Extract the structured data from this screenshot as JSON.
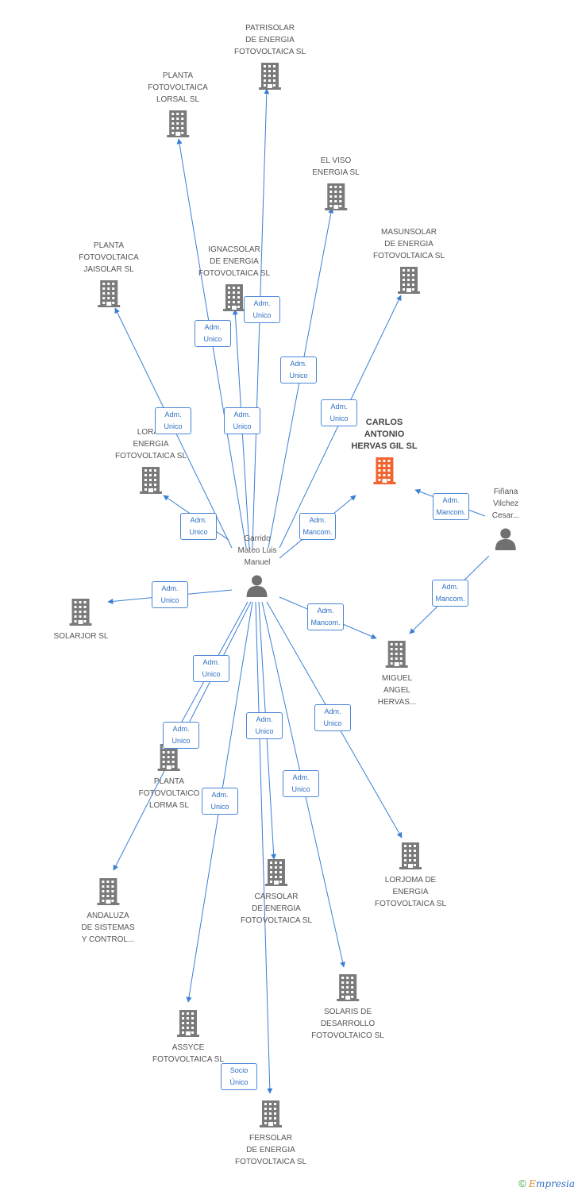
{
  "colors": {
    "edge": "#3a7fd5",
    "building": "#7a7a7a",
    "building_focus": "#f26430",
    "person": "#707070"
  },
  "companies": [
    {
      "id": "patrisolar",
      "name": "PATRISOLAR\nDE ENERGIA\nFOTOVOLTAICA SL",
      "label_pos": "above"
    },
    {
      "id": "lorsal",
      "name": "PLANTA\nFOTOVOLTAICA\nLORSAL SL",
      "label_pos": "above"
    },
    {
      "id": "elviso",
      "name": "EL VISO\nENERGIA SL",
      "label_pos": "above"
    },
    {
      "id": "masunsolar",
      "name": "MASUNSOLAR\nDE ENERGIA\nFOTOVOLTAICA SL",
      "label_pos": "above"
    },
    {
      "id": "jaisolar",
      "name": "PLANTA\nFOTOVOLTAICA\nJAISOLAR SL",
      "label_pos": "above"
    },
    {
      "id": "ignacsolar",
      "name": "IGNACSOLAR\nDE ENERGIA\nFOTOVOLTAICA SL",
      "label_pos": "above"
    },
    {
      "id": "carlos",
      "name": "CARLOS\nANTONIO\nHERVAS GIL SL",
      "label_pos": "above",
      "focus": true
    },
    {
      "id": "loran",
      "name": "LORAN\nENERGIA\nFOTOVOLTAICA SL",
      "label_pos": "above"
    },
    {
      "id": "solarjor",
      "name": "SOLARJOR SL",
      "label_pos": "below"
    },
    {
      "id": "miguel",
      "name": "MIGUEL\nANGEL\nHERVAS...",
      "label_pos": "below"
    },
    {
      "id": "lorma",
      "name": "PLANTA\nFOTOVOLTAICO\nLORMA SL",
      "label_pos": "below"
    },
    {
      "id": "lorjoma",
      "name": "LORJOMA DE\nENERGIA\nFOTOVOLTAICA SL",
      "label_pos": "below"
    },
    {
      "id": "andaluza",
      "name": "ANDALUZA\nDE SISTEMAS\nY CONTROL...",
      "label_pos": "below"
    },
    {
      "id": "carsolar",
      "name": "CARSOLAR\nDE ENERGIA\nFOTOVOLTAICA SL",
      "label_pos": "below"
    },
    {
      "id": "solaris",
      "name": "SOLARIS DE\nDESARROLLO\nFOTOVOLTAICO SL",
      "label_pos": "below"
    },
    {
      "id": "assyce",
      "name": "ASSYCE\nFOTOVOLTAICA SL",
      "label_pos": "below"
    },
    {
      "id": "fersolar",
      "name": "FERSOLAR\nDE ENERGIA\nFOTOVOLTAICA SL",
      "label_pos": "below"
    }
  ],
  "persons": [
    {
      "id": "garrido",
      "name": "Garrido\nMateo Luis\nManuel"
    },
    {
      "id": "finana",
      "name": "Fiñana\nVilchez\nCesar..."
    }
  ],
  "edges": [
    {
      "from": "garrido",
      "to": "patrisolar",
      "label": "Adm.\nUnico"
    },
    {
      "from": "garrido",
      "to": "lorsal",
      "label": "Adm.\nUnico"
    },
    {
      "from": "garrido",
      "to": "elviso",
      "label": "Adm.\nUnico"
    },
    {
      "from": "garrido",
      "to": "masunsolar",
      "label": "Adm.\nUnico"
    },
    {
      "from": "garrido",
      "to": "jaisolar",
      "label": "Adm.\nUnico"
    },
    {
      "from": "garrido",
      "to": "ignacsolar",
      "label": "Adm.\nUnico"
    },
    {
      "from": "garrido",
      "to": "carlos",
      "label": "Adm.\nMancom."
    },
    {
      "from": "garrido",
      "to": "loran",
      "label": "Adm.\nUnico"
    },
    {
      "from": "garrido",
      "to": "solarjor",
      "label": "Adm.\nUnico"
    },
    {
      "from": "garrido",
      "to": "miguel",
      "label": "Adm.\nMancom."
    },
    {
      "from": "garrido",
      "to": "lorma",
      "label": "Adm.\nUnico"
    },
    {
      "from": "garrido",
      "to": "lorjoma",
      "label": "Adm.\nUnico"
    },
    {
      "from": "garrido",
      "to": "andaluza",
      "label": "Adm.\nUnico"
    },
    {
      "from": "garrido",
      "to": "carsolar",
      "label": "Adm.\nUnico"
    },
    {
      "from": "garrido",
      "to": "solaris",
      "label": "Adm.\nUnico"
    },
    {
      "from": "garrido",
      "to": "assyce",
      "label": "Adm.\nUnico"
    },
    {
      "from": "garrido",
      "to": "fersolar",
      "label": "Socio\nÚnico"
    },
    {
      "from": "finana",
      "to": "carlos",
      "label": "Adm.\nMancom."
    },
    {
      "from": "finana",
      "to": "miguel",
      "label": "Adm.\nMancom."
    }
  ],
  "footer": {
    "copyright": "©",
    "brand_first": "E",
    "brand_rest": "mpresia"
  }
}
